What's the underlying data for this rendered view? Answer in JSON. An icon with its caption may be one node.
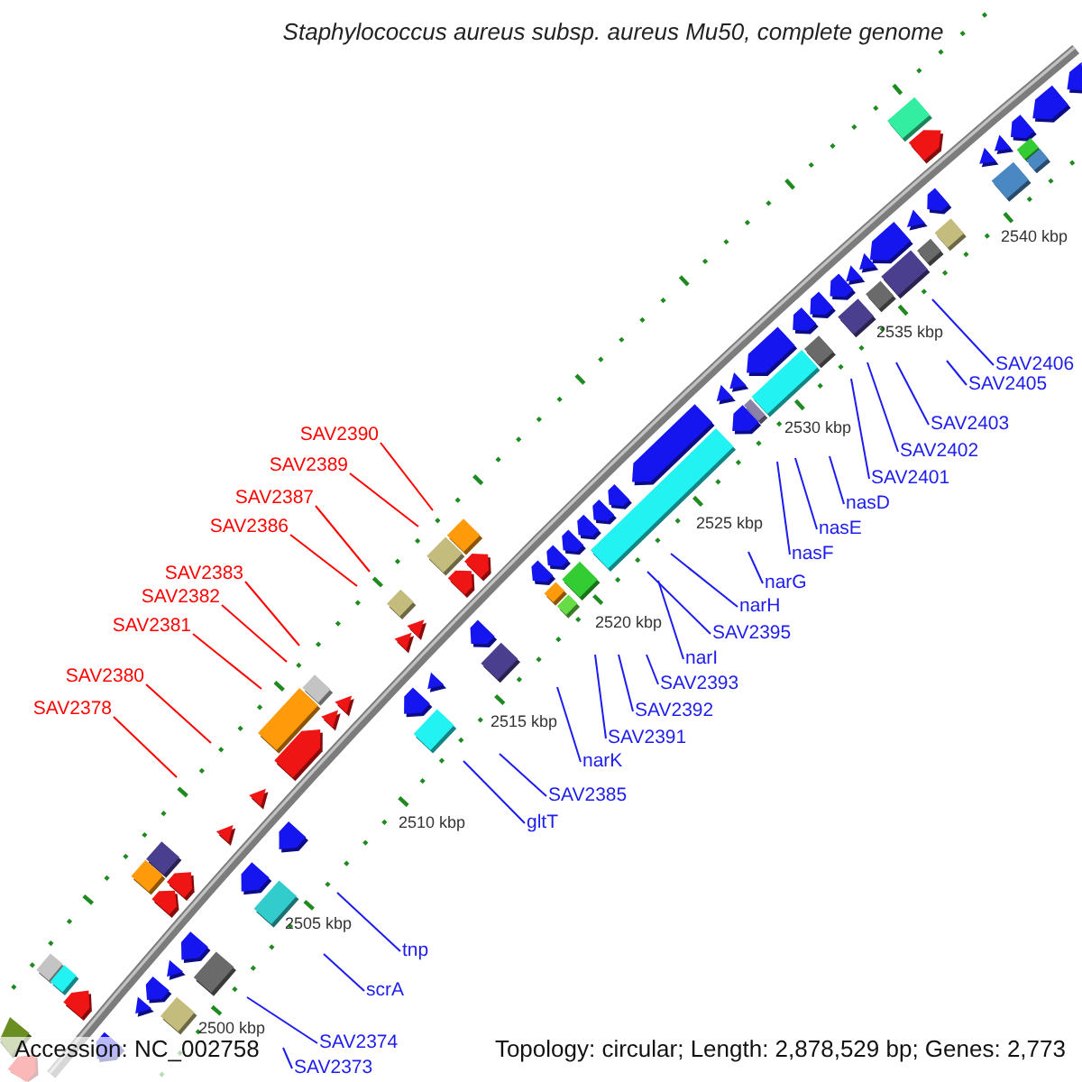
{
  "diagram": {
    "title": "Staphylococcus aureus subsp. aureus Mu50, complete genome",
    "nodes": [
      {
        "text": [
          "SAV2390"
        ]
      },
      {
        "text": [
          "SAV2389"
        ]
      },
      {
        "text": [
          "SAV2387"
        ]
      },
      {
        "text": [
          "SAV2386"
        ]
      },
      {
        "text": [
          "SAV2383"
        ]
      },
      {
        "text": [
          "SAV2382"
        ]
      },
      {
        "text": [
          "SAV2381"
        ]
      },
      {
        "text": [
          "SAV2380"
        ]
      },
      {
        "text": [
          "SAV2378"
        ]
      },
      {
        "text": [
          "SAV2406"
        ]
      },
      {
        "text": [
          "SAV2405"
        ]
      },
      {
        "text": [
          "SAV2403"
        ]
      },
      {
        "text": [
          "SAV2402"
        ]
      },
      {
        "text": [
          "SAV2401"
        ]
      },
      {
        "text": [
          "nasD"
        ]
      },
      {
        "text": [
          "nasE"
        ]
      },
      {
        "text": [
          "nasF"
        ]
      },
      {
        "text": [
          "narG"
        ]
      },
      {
        "text": [
          "narH"
        ]
      },
      {
        "text": [
          "SAV2395"
        ]
      },
      {
        "text": [
          "narI"
        ]
      },
      {
        "text": [
          "SAV2393"
        ]
      },
      {
        "text": [
          "SAV2392"
        ]
      },
      {
        "text": [
          "SAV2391"
        ]
      },
      {
        "text": [
          "narK"
        ]
      },
      {
        "text": [
          "SAV2385"
        ]
      },
      {
        "text": [
          "gltT"
        ]
      },
      {
        "text": [
          "tnp"
        ]
      },
      {
        "text": [
          "scrA"
        ]
      },
      {
        "text": [
          "SAV2374"
        ]
      },
      {
        "text": [
          "SAV2373"
        ]
      }
    ],
    "edges": [
      {
        "from": 0,
        "to": null,
        "arrow": "none",
        "color": "#ff0000"
      },
      {
        "from": 1,
        "to": null,
        "arrow": "none",
        "color": "#ff0000"
      },
      {
        "from": 2,
        "to": null,
        "arrow": "none",
        "color": "#ff0000"
      },
      {
        "from": 3,
        "to": null,
        "arrow": "none",
        "color": "#ff0000"
      },
      {
        "from": 4,
        "to": null,
        "arrow": "none",
        "color": "#ff0000"
      },
      {
        "from": 5,
        "to": null,
        "arrow": "none",
        "color": "#ff0000"
      },
      {
        "from": 6,
        "to": null,
        "arrow": "none",
        "color": "#ff0000"
      },
      {
        "from": 7,
        "to": null,
        "arrow": "none",
        "color": "#ff0000"
      },
      {
        "from": 8,
        "to": null,
        "arrow": "none",
        "color": "#ff0000"
      },
      {
        "from": 9,
        "to": null,
        "arrow": "none"
      },
      {
        "from": 10,
        "to": null,
        "arrow": "none"
      },
      {
        "from": 11,
        "to": null,
        "arrow": "none"
      },
      {
        "from": 12,
        "to": null,
        "arrow": "none"
      },
      {
        "from": 13,
        "to": null,
        "arrow": "none"
      },
      {
        "from": 14,
        "to": null,
        "arrow": "none"
      },
      {
        "from": 15,
        "to": null,
        "arrow": "none"
      },
      {
        "from": 16,
        "to": null,
        "arrow": "none"
      },
      {
        "from": 17,
        "to": null,
        "arrow": "none"
      },
      {
        "from": 18,
        "to": null,
        "arrow": "none"
      },
      {
        "from": 19,
        "to": null,
        "arrow": "none"
      },
      {
        "from": 20,
        "to": null,
        "arrow": "none"
      },
      {
        "from": 21,
        "to": null,
        "arrow": "none"
      },
      {
        "from": 22,
        "to": null,
        "arrow": "none"
      },
      {
        "from": 23,
        "to": null,
        "arrow": "none"
      },
      {
        "from": 24,
        "to": null,
        "arrow": "none"
      },
      {
        "from": 25,
        "to": null,
        "arrow": "none"
      },
      {
        "from": 26,
        "to": null,
        "arrow": "none"
      },
      {
        "from": 27,
        "to": null,
        "arrow": "none"
      },
      {
        "from": 28,
        "to": null,
        "arrow": "none"
      },
      {
        "from": 29,
        "to": null,
        "arrow": "none"
      },
      {
        "from": 30,
        "to": null,
        "arrow": "none"
      }
    ],
    "labels": [
      "2540 kbp",
      "2535 kbp",
      "2530 kbp",
      "2525 kbp",
      "2520 kbp",
      "2515 kbp",
      "2510 kbp",
      "2505 kbp",
      "2500 kbp",
      "Accession: NC_002758",
      "Topology: circular; Length: 2,878,529 bp; Genes: 2,773"
    ]
  }
}
